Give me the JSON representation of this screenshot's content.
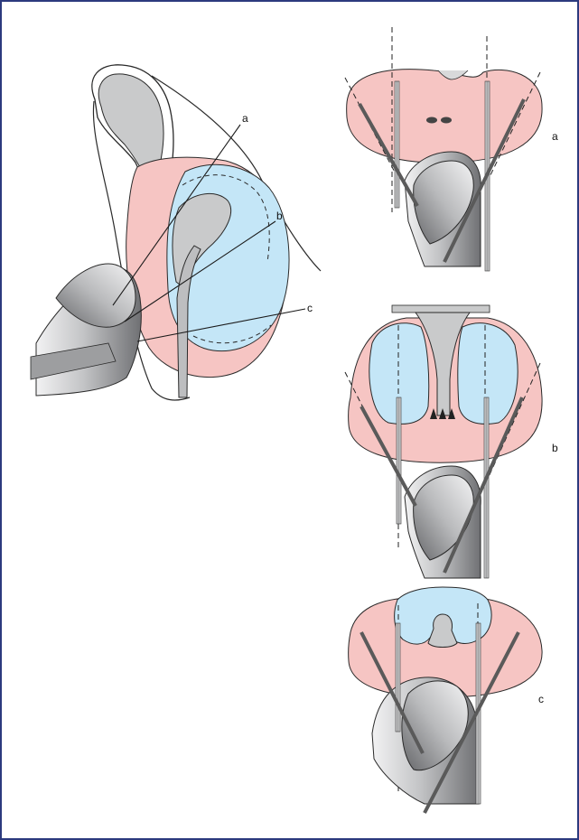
{
  "colors": {
    "border": "#2c3a7e",
    "prostate": "#f6c5c3",
    "adenoma": "#c4e6f7",
    "gland_gray": "#c9cacb",
    "instrument_dark": "#7c7d80",
    "outline": "#2a2a2a"
  },
  "sagittal_view": {
    "labels": {
      "a": "a",
      "b": "b",
      "c": "c"
    }
  },
  "panels": [
    {
      "label": "a"
    },
    {
      "label": "b"
    },
    {
      "label": "c"
    }
  ]
}
